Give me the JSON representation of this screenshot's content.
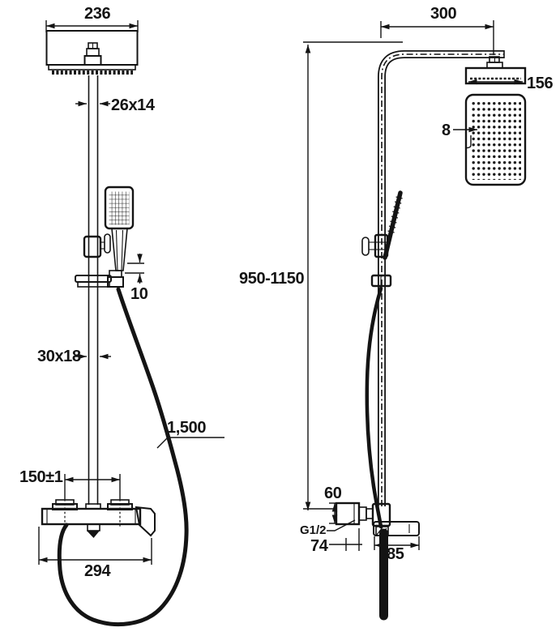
{
  "drawing_type": "shower-column-technical-drawing",
  "dims": {
    "front": {
      "head_width": "236",
      "pipe_upper": "26x14",
      "hook_offset": "10",
      "pipe_lower": "30x18",
      "hose_length": "1,500",
      "inlet_spacing": "150±1",
      "body_width": "294"
    },
    "side": {
      "arm_length": "300",
      "head_depth": "156",
      "nozzle": "8",
      "column_height": "950-1150",
      "body_height": "60",
      "thread": "G1/2",
      "wall_offset": "74",
      "spout_length": "85"
    }
  },
  "colors": {
    "line": "#141414",
    "background": "#ffffff"
  }
}
